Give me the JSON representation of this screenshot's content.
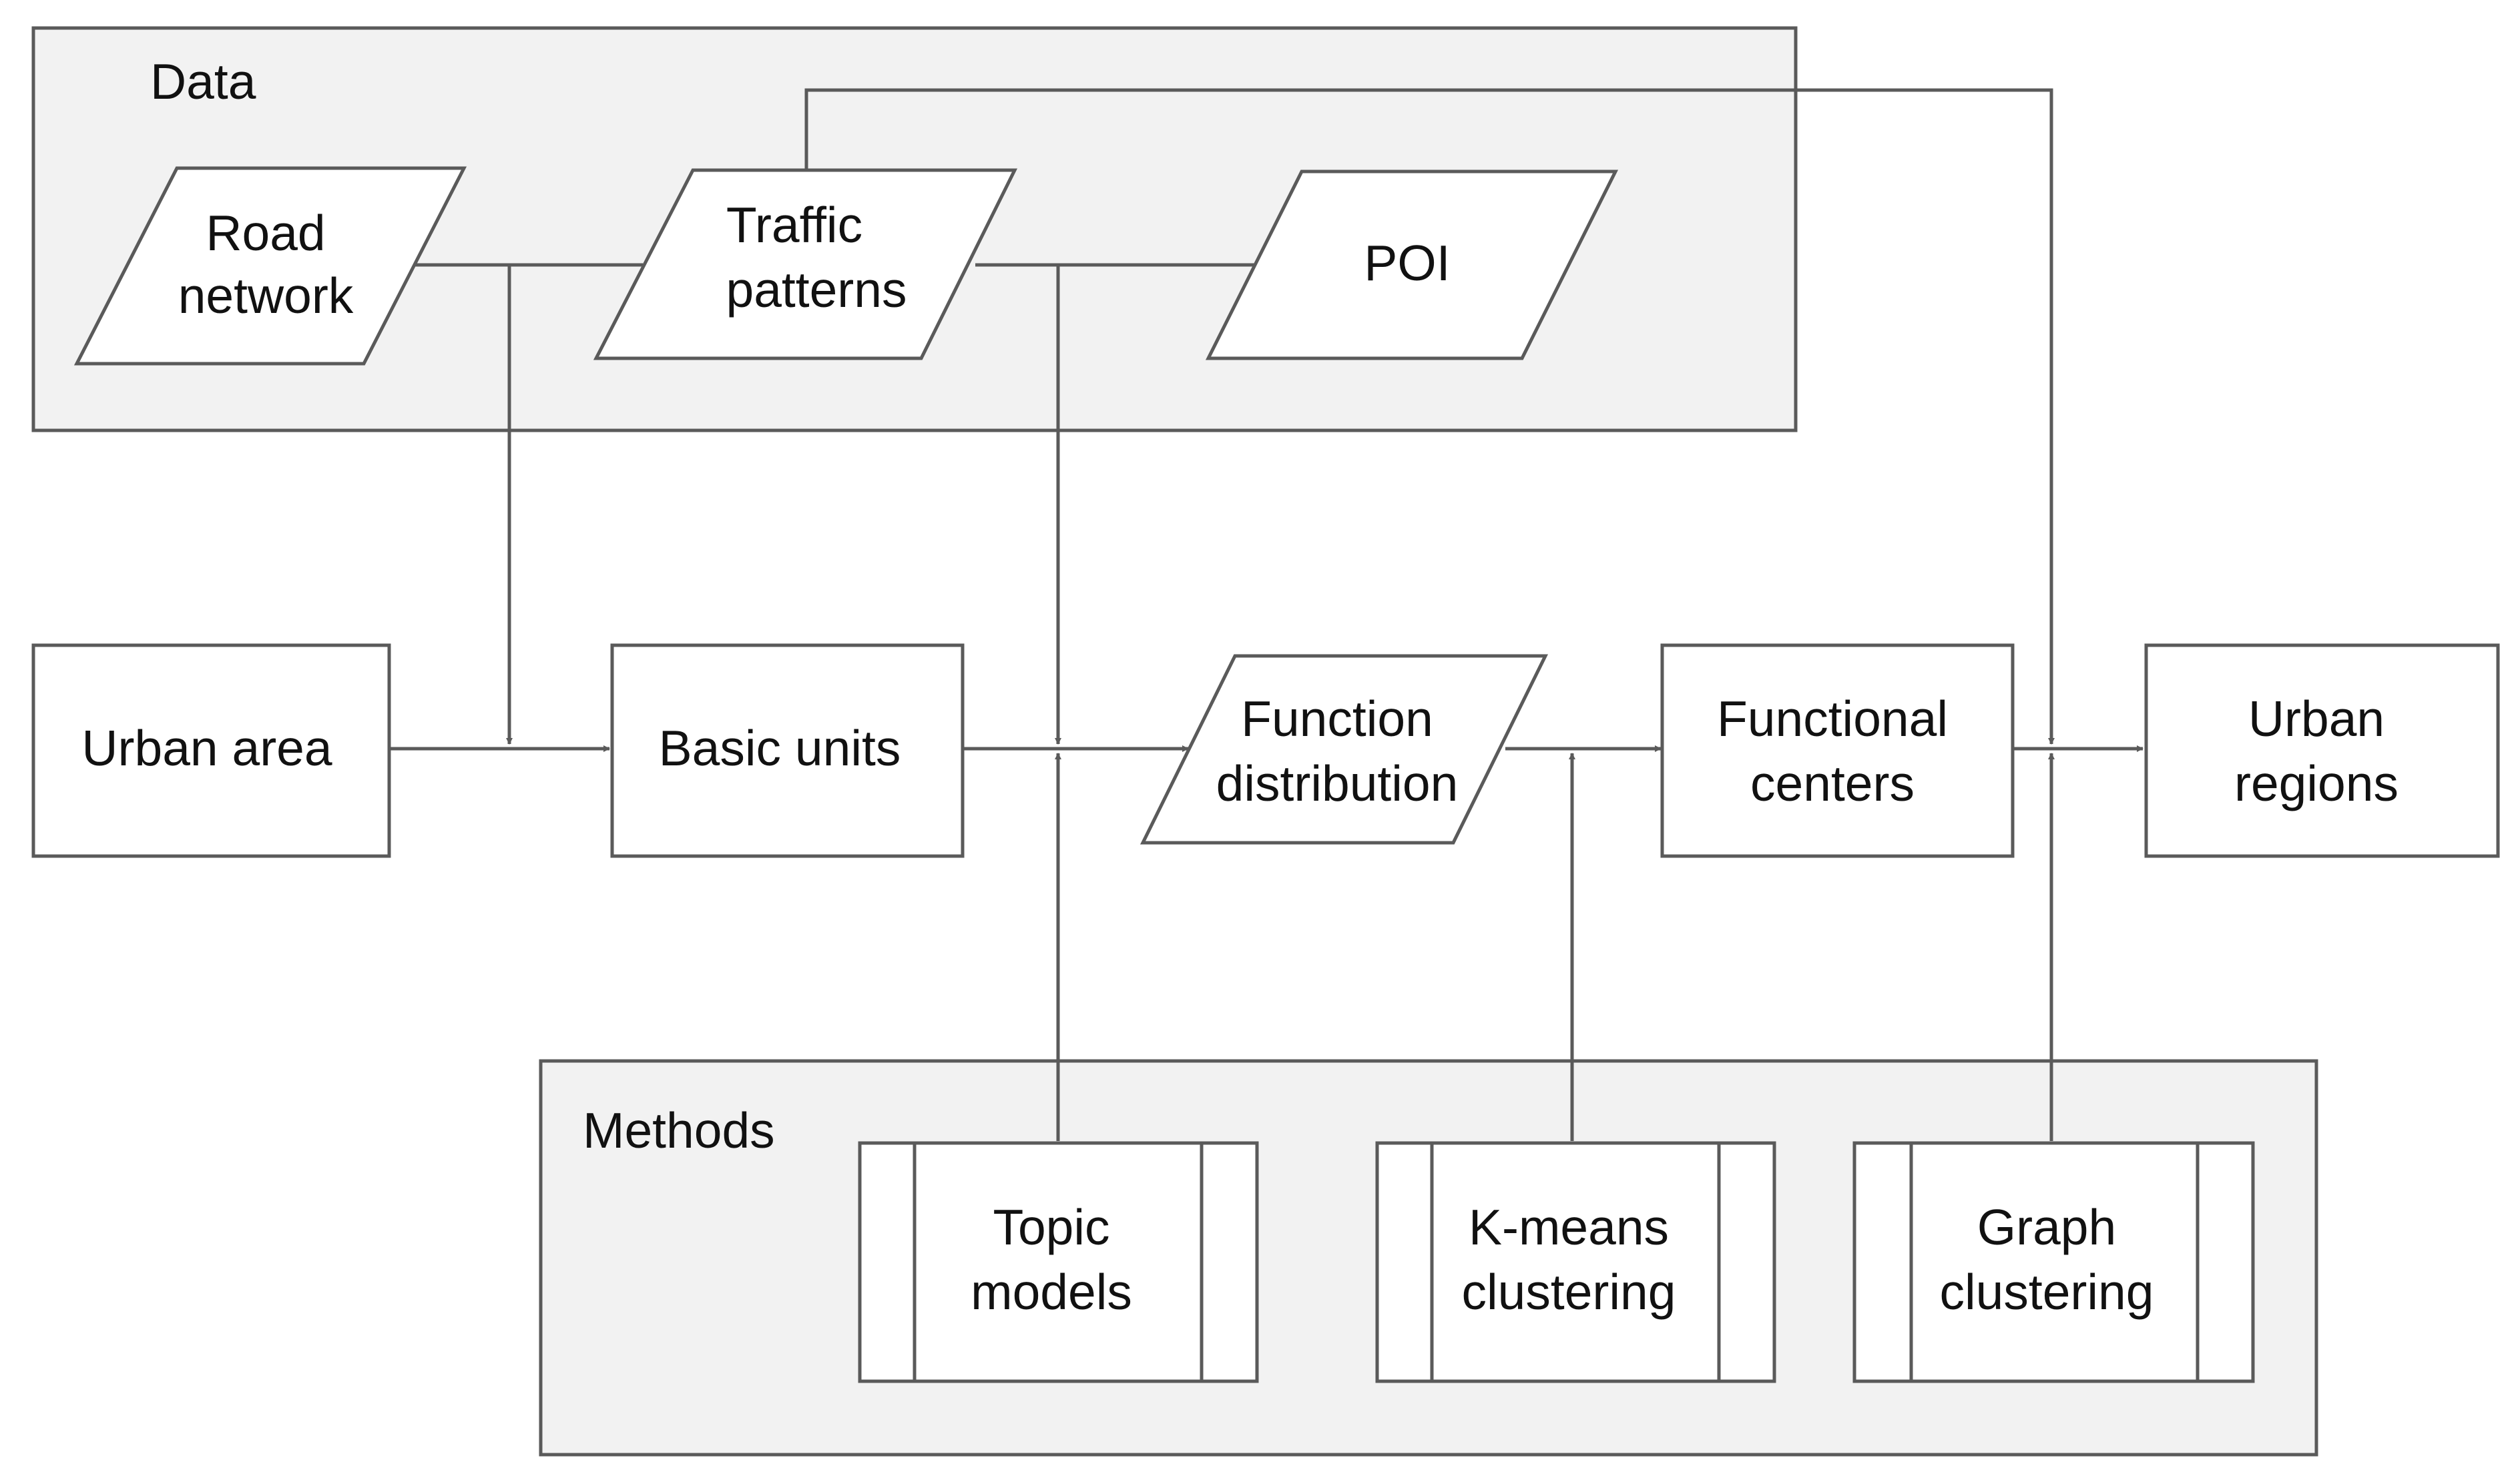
{
  "groups": {
    "data": "Data",
    "methods": "Methods"
  },
  "nodes": {
    "road_network": [
      "Road",
      "network"
    ],
    "traffic_patterns": [
      "Traffic",
      "patterns"
    ],
    "poi": [
      "POI"
    ],
    "urban_area": [
      "Urban area"
    ],
    "basic_units": [
      "Basic units"
    ],
    "function_distribution": [
      "Function",
      "distribution"
    ],
    "functional_centers": [
      "Functional",
      "centers"
    ],
    "urban_regions": [
      "Urban",
      "regions"
    ],
    "topic_models": [
      "Topic",
      "models"
    ],
    "kmeans_clustering": [
      "K-means",
      "clustering"
    ],
    "graph_clustering": [
      "Graph",
      "clustering"
    ]
  },
  "colors": {
    "group_fill": "#f2f2f2",
    "stroke": "#5a5a5a",
    "node_fill": "#ffffff",
    "text": "#111111"
  }
}
